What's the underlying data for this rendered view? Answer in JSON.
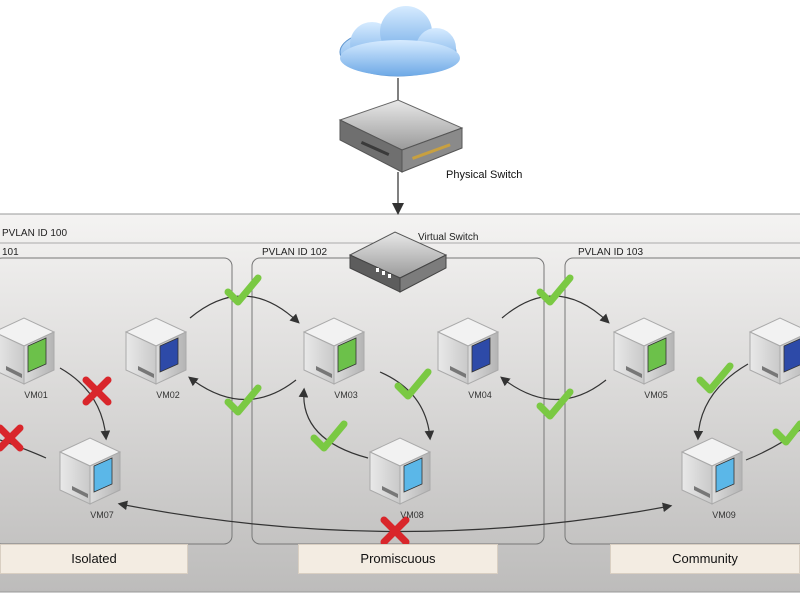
{
  "network": {
    "physical_switch_label": "Physical Switch",
    "virtual_switch_label": "Virtual Switch",
    "outer_pvlan_label": "PVLAN ID 100",
    "pvlans": [
      {
        "label": "101"
      },
      {
        "label": "PVLAN ID 102"
      },
      {
        "label": "PVLAN ID 103"
      }
    ],
    "vms": [
      {
        "label": "VM01",
        "variant": "green"
      },
      {
        "label": "VM02",
        "variant": "blue"
      },
      {
        "label": "VM03",
        "variant": "green"
      },
      {
        "label": "VM04",
        "variant": "blue"
      },
      {
        "label": "VM05",
        "variant": "green"
      },
      {
        "label": "",
        "variant": "blue"
      },
      {
        "label": "VM07",
        "variant": "cyan"
      },
      {
        "label": "VM08",
        "variant": "cyan"
      },
      {
        "label": "VM09",
        "variant": "cyan"
      }
    ],
    "types": [
      {
        "label": "Isolated"
      },
      {
        "label": "Promiscuous"
      },
      {
        "label": "Community"
      }
    ],
    "colors": {
      "allowed": "#7ac943",
      "denied": "#d9262b",
      "green_screen": "#6cc14a",
      "blue_screen": "#2d4aa8",
      "cyan_screen": "#5bb7e8",
      "cloud": "#7fb7ea"
    }
  }
}
